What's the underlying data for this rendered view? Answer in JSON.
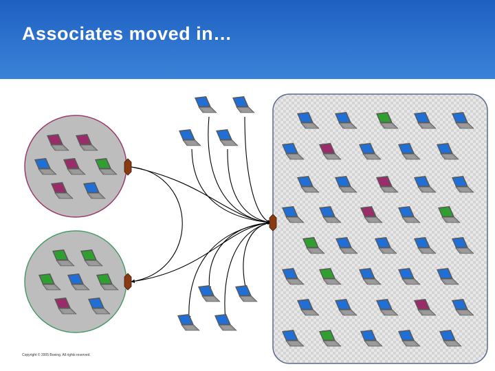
{
  "slide": {
    "title": "Associates moved in…",
    "copyright": "Copyright © 2005 Boeing. All rights reserved."
  },
  "colors": {
    "header": "#2f74cf",
    "laptop_blue": "#1f6fd6",
    "laptop_magenta": "#9b2c6a",
    "laptop_green": "#2fa02f",
    "node_brown": "#8a3a12"
  },
  "diagram": {
    "groups": [
      {
        "name": "top-circle-group",
        "laptops": [
          "magenta",
          "magenta",
          "blue",
          "magenta",
          "green",
          "magenta",
          "blue"
        ]
      },
      {
        "name": "bottom-circle-group",
        "laptops": [
          "green",
          "green",
          "green",
          "blue",
          "green",
          "magenta",
          "blue"
        ]
      },
      {
        "name": "large-network-group",
        "laptops": [
          "blue",
          "blue",
          "green",
          "blue",
          "blue",
          "blue",
          "magenta",
          "blue",
          "blue",
          "blue",
          "blue",
          "blue",
          "magenta",
          "blue",
          "blue",
          "blue",
          "blue",
          "magenta",
          "blue",
          "green",
          "green",
          "blue",
          "blue",
          "blue",
          "blue",
          "blue",
          "green",
          "blue",
          "blue",
          "blue",
          "blue",
          "blue",
          "blue",
          "magenta",
          "blue",
          "blue",
          "green",
          "blue",
          "blue",
          "blue"
        ]
      },
      {
        "name": "moving-laptops",
        "laptops": [
          "blue",
          "blue",
          "blue",
          "blue",
          "blue",
          "blue",
          "blue",
          "blue"
        ]
      }
    ]
  }
}
